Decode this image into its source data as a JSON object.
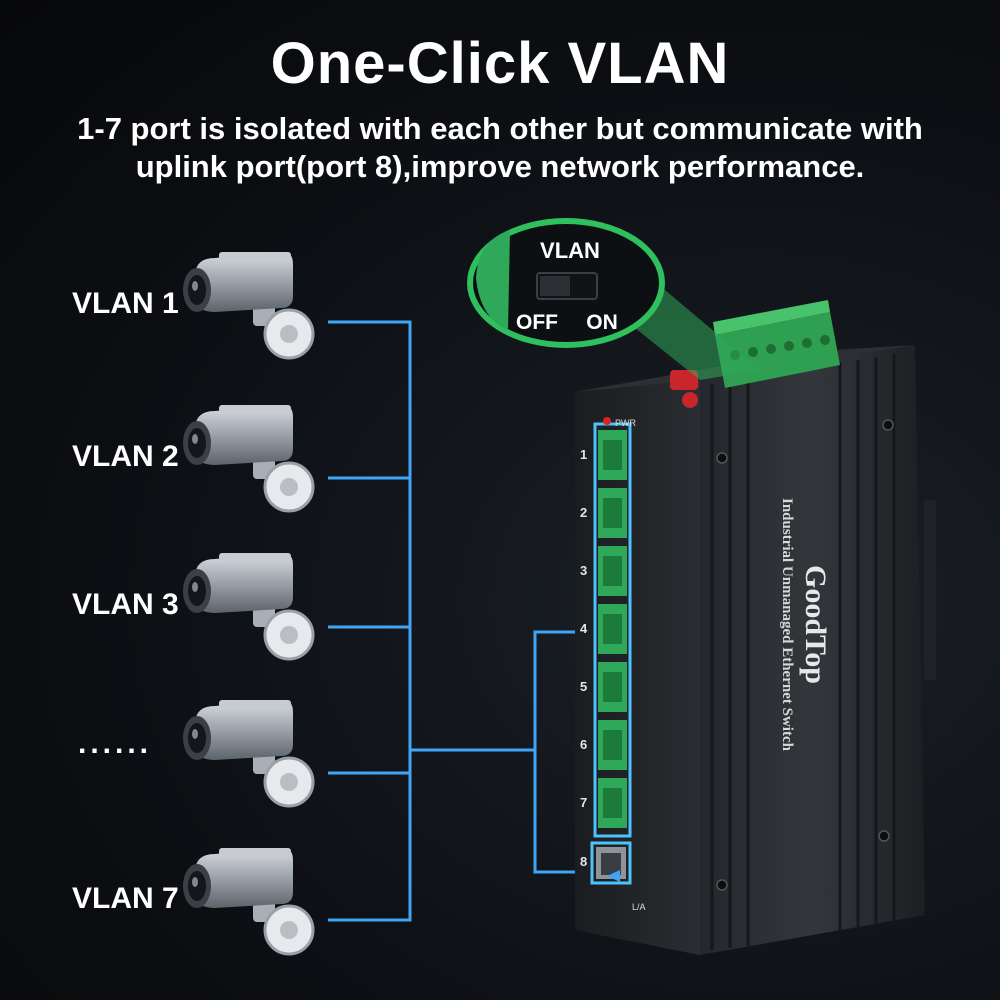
{
  "header": {
    "title": "One-Click VLAN",
    "subtitle_line1": "1-7 port is isolated with each other but communicate with",
    "subtitle_line2": "uplink port(port 8),improve network performance."
  },
  "vlans": [
    {
      "label": "VLAN 1"
    },
    {
      "label": "VLAN 2"
    },
    {
      "label": "VLAN 3"
    },
    {
      "label": "......"
    },
    {
      "label": "VLAN 7"
    }
  ],
  "switch_toggle": {
    "title": "VLAN",
    "off_label": "OFF",
    "on_label": "ON",
    "state": "off"
  },
  "device": {
    "brand": "GoodTop",
    "model": "Industrial Unmanaged Ethernet Switch",
    "pwr_label": "PWR",
    "link_label": "L/A",
    "port_labels": [
      "1",
      "2",
      "3",
      "4",
      "5",
      "6",
      "7",
      "8"
    ]
  },
  "colors": {
    "link_line": "#3ea6f5",
    "port_green": "#2fa85a",
    "terminal_green": "#2f9f52",
    "highlight_blue": "#4cc3ff"
  }
}
